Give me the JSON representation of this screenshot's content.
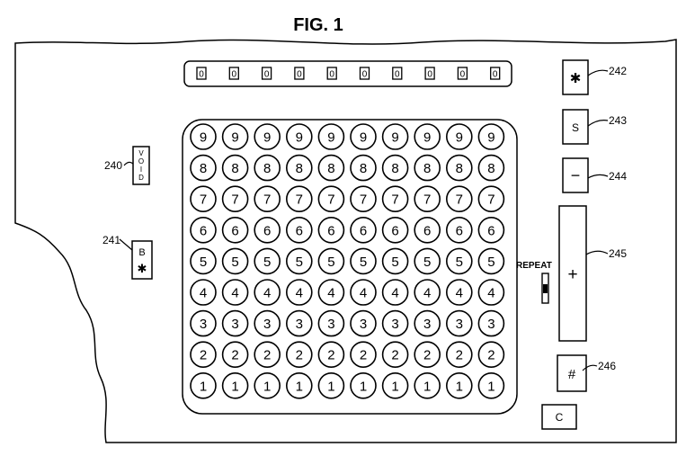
{
  "figure": {
    "title": "FIG. 1"
  },
  "display": {
    "digits": [
      "0",
      "0",
      "0",
      "0",
      "0",
      "0",
      "0",
      "0",
      "0",
      "0"
    ]
  },
  "keyboard": {
    "rows": [
      "9",
      "8",
      "7",
      "6",
      "5",
      "4",
      "3",
      "2",
      "1"
    ],
    "columns": 10
  },
  "left_keys": {
    "void_key": {
      "label_letters": [
        "V",
        "O",
        "I",
        "D"
      ],
      "ref": "240"
    },
    "b_star_key": {
      "label_top": "B",
      "label_bottom": "✱",
      "ref": "241"
    }
  },
  "right_keys": {
    "star_key": {
      "label": "✱",
      "ref": "242"
    },
    "s_key": {
      "label": "S",
      "ref": "243"
    },
    "minus_key": {
      "label": "−",
      "ref": "244"
    },
    "plus_key": {
      "label": "+",
      "ref": "245"
    },
    "hash_key": {
      "label": "#",
      "ref": "246"
    },
    "c_key": {
      "label": "C"
    }
  },
  "repeat": {
    "label": "REPEAT"
  }
}
